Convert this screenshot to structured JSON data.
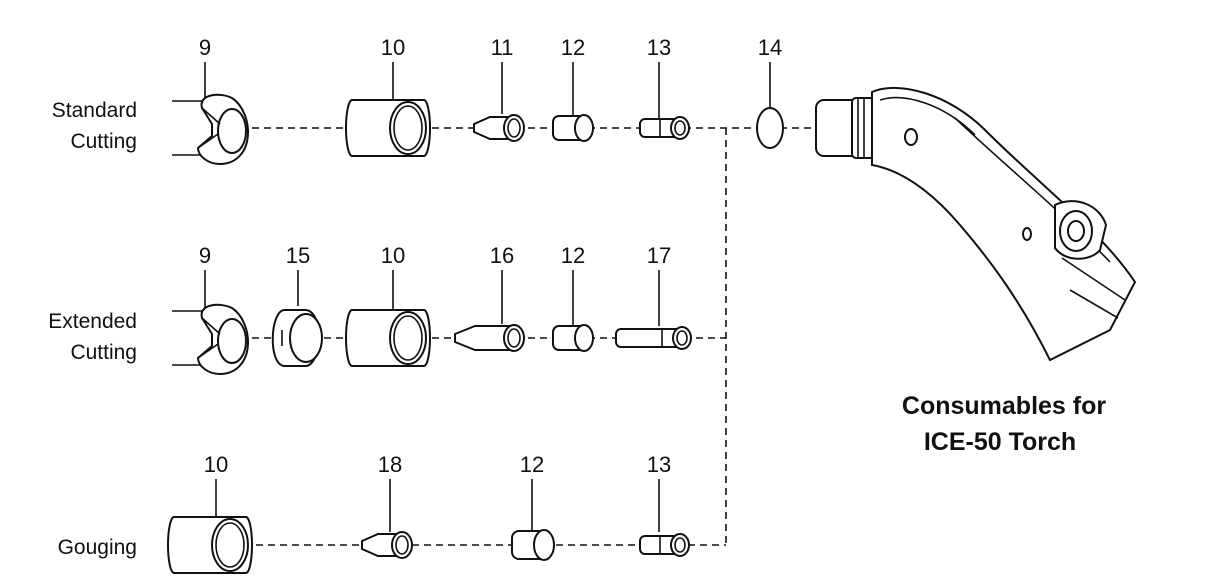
{
  "title": {
    "line1": "Consumables for",
    "line2": "ICE-50 Torch"
  },
  "rows": {
    "standard": {
      "label_line1": "Standard",
      "label_line2": "Cutting",
      "part_numbers": [
        "9",
        "10",
        "11",
        "12",
        "13",
        "14"
      ]
    },
    "extended": {
      "label_line1": "Extended",
      "label_line2": "Cutting",
      "part_numbers": [
        "9",
        "15",
        "10",
        "16",
        "12",
        "17"
      ]
    },
    "gouging": {
      "label_line1": "Gouging",
      "part_numbers": [
        "10",
        "18",
        "12",
        "13"
      ]
    }
  }
}
